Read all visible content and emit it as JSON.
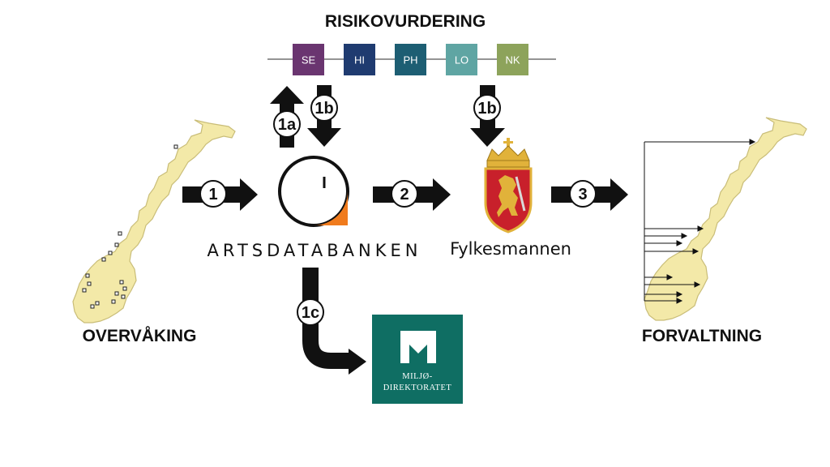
{
  "header": {
    "title": "RISIKOVURDERING"
  },
  "categories": [
    {
      "code": "SE",
      "color": "#6a3570"
    },
    {
      "code": "HI",
      "color": "#1f3b70"
    },
    {
      "code": "PH",
      "color": "#1d5e73"
    },
    {
      "code": "LO",
      "color": "#5fa5a3"
    },
    {
      "code": "NK",
      "color": "#8da35b"
    }
  ],
  "steps": {
    "s1": "1",
    "s1a": "1a",
    "s1b_left": "1b",
    "s1b_right": "1b",
    "s1c": "1c",
    "s2": "2",
    "s3": "3"
  },
  "nodes": {
    "left_map_label": "OVERVÅKING",
    "right_map_label": "FORVALTNING",
    "artsdatabanken": "ARTSDATABANKEN",
    "fylkesmannen": "Fylkesmannen",
    "miljodirektoratet_line1": "MILJØ-",
    "miljodirektoratet_line2": "DIREKTORATET"
  },
  "colors": {
    "map_fill": "#f3e9a8",
    "map_stroke": "#c9bd78",
    "artsdata_orange": "#f07b1d",
    "mdir_green": "#0f6e63",
    "coat_red": "#c8202b",
    "coat_gold": "#e1b23a"
  },
  "icons": [
    "norway-map-left",
    "norway-map-right",
    "artsdatabanken-logo",
    "coat-of-arms-icon",
    "miljodirektoratet-logo"
  ]
}
